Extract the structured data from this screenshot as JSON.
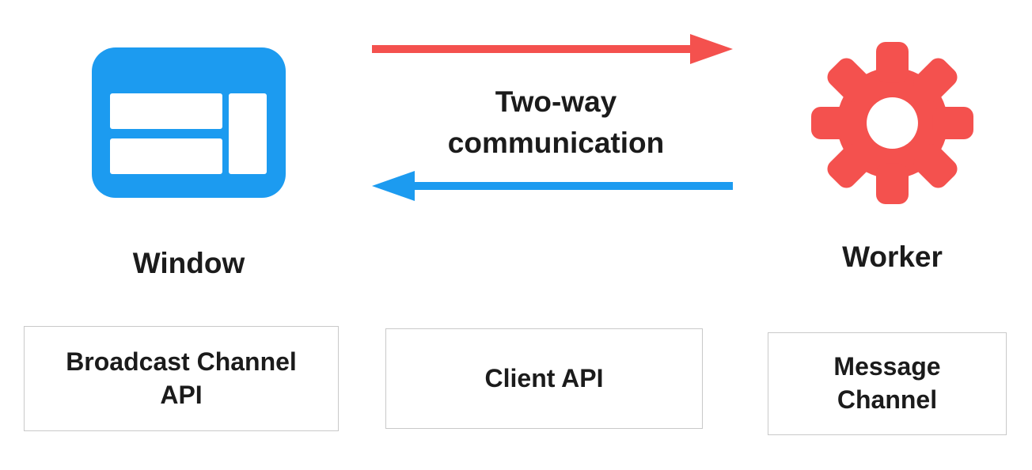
{
  "diagram": {
    "nodes": {
      "window": {
        "label": "Window",
        "icon": "window-icon"
      },
      "worker": {
        "label": "Worker",
        "icon": "gear-icon"
      }
    },
    "communication_label": "Two-way communication",
    "arrows": {
      "forward": {
        "direction": "right",
        "from": "Window",
        "to": "Worker",
        "color": "#F4514E"
      },
      "backward": {
        "direction": "left",
        "from": "Worker",
        "to": "Window",
        "color": "#1C9BF0"
      }
    },
    "api_boxes": [
      {
        "label": "Broadcast Channel API"
      },
      {
        "label": "Client API"
      },
      {
        "label": "Message Channel"
      }
    ],
    "colors": {
      "blue": "#1C9BF0",
      "red": "#F4514E",
      "text": "#1B1B1B",
      "box-border": "#C9C9C9",
      "background": "#FFFFFF"
    }
  }
}
